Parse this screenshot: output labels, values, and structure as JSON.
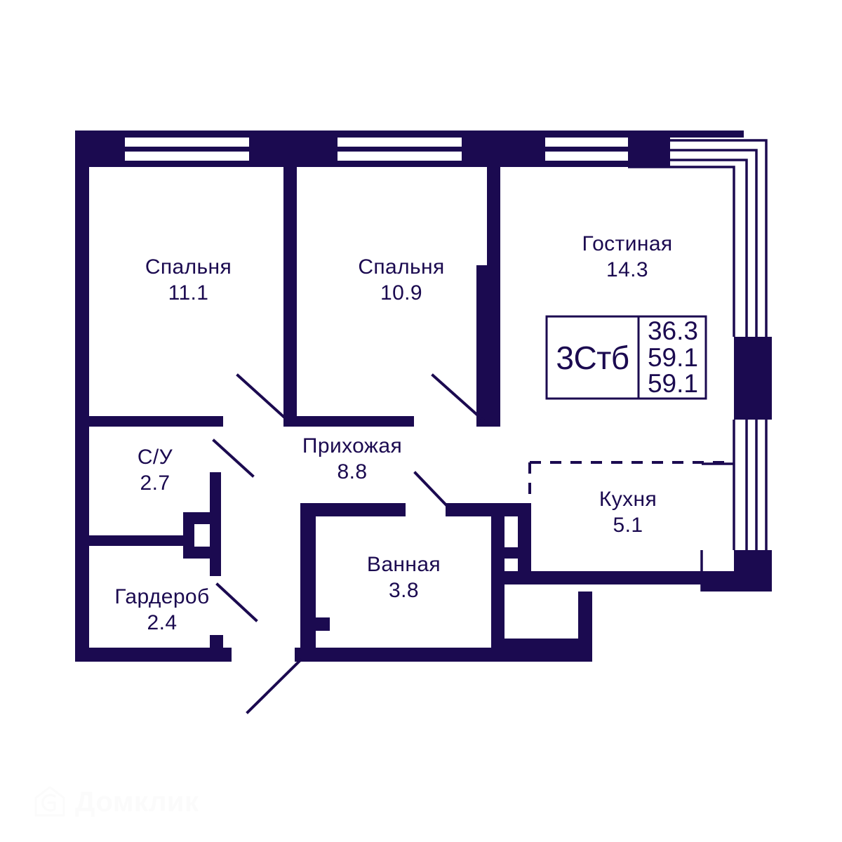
{
  "plan": {
    "type": "apartment-floor-plan",
    "unit_code": "3Стб",
    "areas": {
      "living_area": "36.3",
      "total_area": "59.1",
      "total_area_with_balcony": "59.1"
    },
    "colors": {
      "wall": "#1b0a50",
      "background": "#ffffff",
      "text": "#1b0a50",
      "watermark": "#fbfbfb"
    },
    "rooms": [
      {
        "id": "bedroom-1",
        "name": "Спальня",
        "area": "11.1"
      },
      {
        "id": "bedroom-2",
        "name": "Спальня",
        "area": "10.9"
      },
      {
        "id": "living-room",
        "name": "Гостиная",
        "area": "14.3"
      },
      {
        "id": "bathroom-wc",
        "name": "С/У",
        "area": "2.7"
      },
      {
        "id": "hallway",
        "name": "Прихожая",
        "area": "8.8"
      },
      {
        "id": "kitchen",
        "name": "Кухня",
        "area": "5.1"
      },
      {
        "id": "wardrobe",
        "name": "Гардероб",
        "area": "2.4"
      },
      {
        "id": "bathroom",
        "name": "Ванная",
        "area": "3.8"
      }
    ]
  },
  "watermark": {
    "brand": "Домклик",
    "icon": "house-logo-icon"
  }
}
